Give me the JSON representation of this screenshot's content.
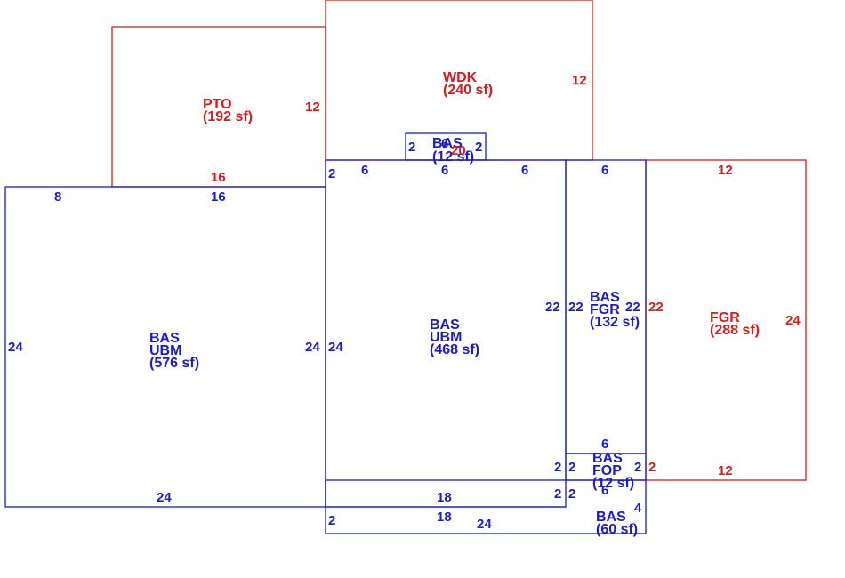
{
  "colors": {
    "blue": "#1a1ad0",
    "red": "#d81b1b",
    "background": "#ffffff"
  },
  "areas": {
    "pto": {
      "code": "PTO",
      "area": "(192 sf)"
    },
    "wdk": {
      "code": "WDK",
      "area": "(240 sf)"
    },
    "bas_small_top": {
      "code": "BAS",
      "area": "(12 sf)"
    },
    "bas_left": {
      "code": "BAS",
      "sub": "UBM",
      "area": "(576 sf)"
    },
    "bas_center": {
      "code": "BAS",
      "sub": "UBM",
      "area": "(468 sf)"
    },
    "bas_fgr": {
      "code": "BAS",
      "sub": "FGR",
      "area": "(132 sf)"
    },
    "fgr": {
      "code": "FGR",
      "area": "(288 sf)"
    },
    "bas_fop": {
      "code": "BAS",
      "sub": "FOP",
      "area": "(12 sf)"
    },
    "bas_bottom": {
      "code": "BAS",
      "area": "(60 sf)"
    }
  },
  "dims": {
    "pto_right": "12",
    "pto_bottom": "16",
    "wdk_right": "12",
    "wdk_mid": "20",
    "small_left": "2",
    "small_right": "2",
    "small_top": "6",
    "center_left_top": "2",
    "center_top_a": "6",
    "center_top_b": "6",
    "center_top_c": "6",
    "fgrbas_top": "6",
    "fgr_top": "12",
    "left_top_8": "8",
    "left_top_16": "16",
    "left_side": "24",
    "left_right": "24",
    "left_bottom": "24",
    "center_left": "24",
    "center_right": "22",
    "center_bottom": "18",
    "fgrbas_left": "22",
    "fgrbas_right": "22",
    "fgr_left": "22",
    "fgr_right": "24",
    "fop_top": "6",
    "fop_left_a": "2",
    "fop_left_b": "2",
    "fop_right": "2",
    "fop_bottom": "6",
    "fgr_bottom": "12",
    "fgr_fop_right": "2",
    "center_corner": "2",
    "bottom_left_a": "2",
    "bottom_left_b": "2",
    "bottom_mid": "18",
    "bottom_bottom": "24",
    "bottom_right": "4"
  }
}
